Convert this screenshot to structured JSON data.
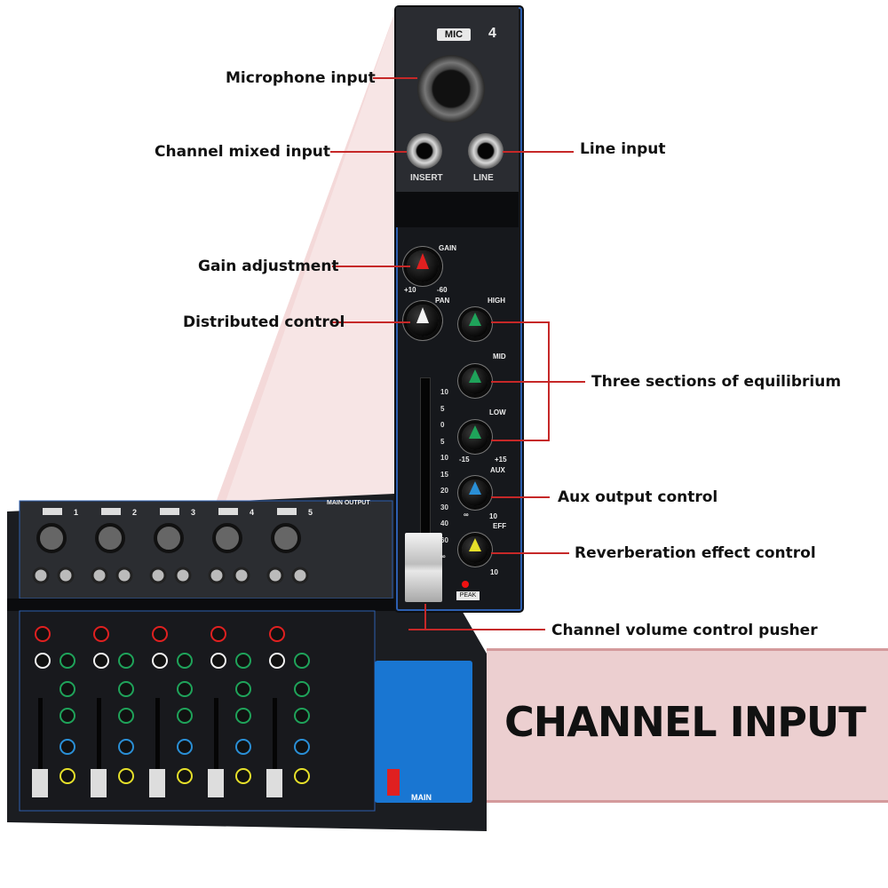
{
  "labels": {
    "mic_input": "Microphone input",
    "channel_mixed_input": "Channel mixed input",
    "line_input": "Line input",
    "gain": "Gain adjustment",
    "pan": "Distributed control",
    "eq": "Three sections of equilibrium",
    "aux": "Aux output control",
    "eff": "Reverberation effect control",
    "fader": "Channel volume control pusher"
  },
  "banner": "CHANNEL INPUT",
  "strip": {
    "mic_tag": "MIC",
    "channel_number": "4",
    "insert": "INSERT",
    "line": "LINE",
    "gain": "GAIN",
    "pan": "PAN",
    "high": "HIGH",
    "mid": "MID",
    "low": "LOW",
    "aux": "AUX",
    "eff": "EFF",
    "peak": "PEAK",
    "gain_min": "+10",
    "gain_max": "-60",
    "eq_min": "-15",
    "eq_max": "+15",
    "aux_min": "∞",
    "aux_max": "10",
    "fader_scale": [
      "10",
      "5",
      "0",
      "5",
      "10",
      "15",
      "20",
      "30",
      "40",
      "60",
      "∞"
    ]
  },
  "mixer": {
    "channels": [
      "1",
      "2",
      "3",
      "4",
      "5"
    ],
    "main_output": "MAIN OUTPUT",
    "main": "MAIN"
  },
  "colors": {
    "gain_knob": "#e02020",
    "pan_knob": "#f2f2f2",
    "eq_knob": "#1fa35a",
    "aux_knob": "#2a8fd6",
    "eff_knob": "#e6e02a",
    "callout_line": "#c62828",
    "banner_bg": "#eccfd0"
  }
}
